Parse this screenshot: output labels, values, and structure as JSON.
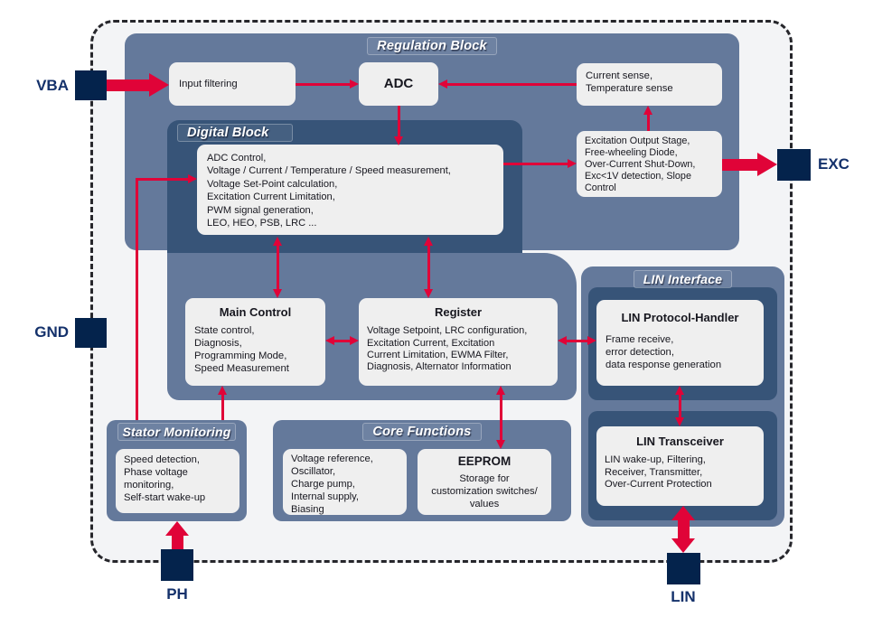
{
  "diagram": {
    "pins": {
      "vba": "VBA",
      "gnd": "GND",
      "exc": "EXC",
      "ph": "PH",
      "lin": "LIN"
    },
    "panels": {
      "regulation": "Regulation Block",
      "digital": "Digital Block",
      "lin_interface": "LIN Interface",
      "stator": "Stator Monitoring",
      "core": "Core Functions"
    },
    "blocks": {
      "input_filtering": "Input filtering",
      "adc": "ADC",
      "sense": "Current sense,\nTemperature sense",
      "excitation": "Excitation Output Stage,\nFree-wheeling Diode,\nOver-Current Shut-Down,\nExc<1V detection, Slope\nControl",
      "digital_functions": "ADC Control,\nVoltage / Current / Temperature / Speed measurement,\nVoltage Set-Point calculation,\nExcitation Current Limitation,\nPWM signal generation,\nLEO, HEO, PSB, LRC ...",
      "main_control": {
        "title": "Main Control",
        "body": "State control,\nDiagnosis,\nProgramming Mode,\nSpeed Measurement"
      },
      "register": {
        "title": "Register",
        "body": "Voltage Setpoint, LRC configuration,\nExcitation Current, Excitation\nCurrent Limitation, EWMA Filter,\nDiagnosis, Alternator Information"
      },
      "lin_protocol": {
        "title": "LIN Protocol-Handler",
        "body": "Frame receive,\nerror detection,\ndata response generation"
      },
      "lin_transceiver": {
        "title": "LIN Transceiver",
        "body": "LIN wake-up, Filtering,\nReceiver, Transmitter,\nOver-Current Protection"
      },
      "stator_functions": "Speed detection,\nPhase voltage\nmonitoring,\nSelf-start wake-up",
      "core_functions_box": "Voltage reference,\nOscillator,\nCharge pump,\nInternal supply,\nBiasing",
      "eeprom": {
        "title": "EEPROM",
        "body": "Storage for\ncustomization switches/\nvalues"
      }
    },
    "colors": {
      "arrow_red": "#e00338",
      "pin_navy": "#04234c",
      "panel_slate": "#64799b",
      "panel_navy": "#375478",
      "box_gray": "#efefef"
    }
  }
}
